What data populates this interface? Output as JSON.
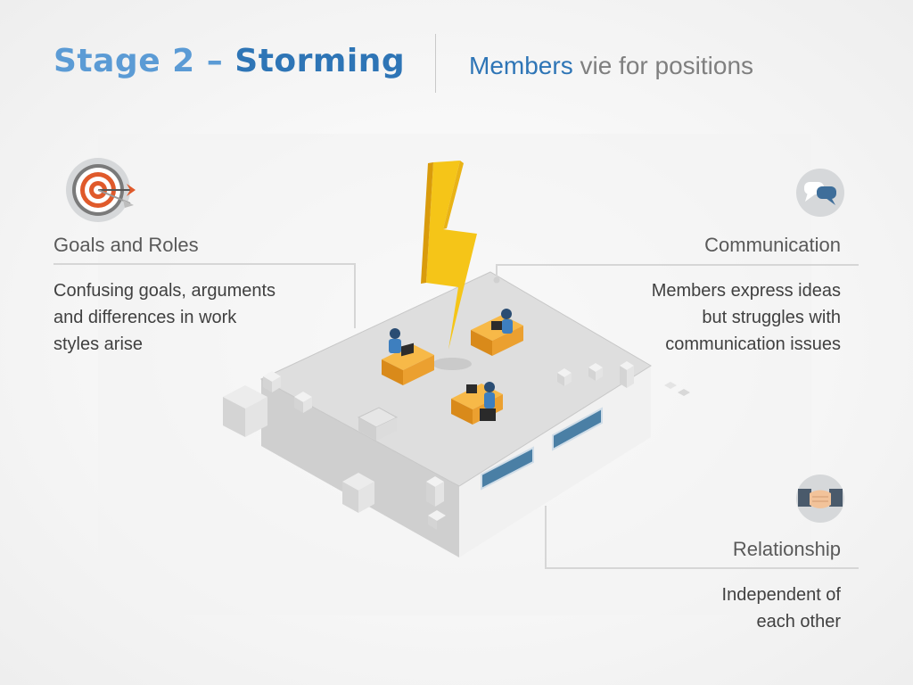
{
  "slide": {
    "title_part1": "Stage 2 –",
    "title_part2": "Storming",
    "subtitle_highlight": "Members",
    "subtitle_rest": " vie for positions"
  },
  "sections": {
    "goals": {
      "heading": "Goals and Roles",
      "lines": [
        "Confusing goals, arguments",
        "and differences in work",
        "styles arise"
      ],
      "icon": "target-icon"
    },
    "communication": {
      "heading": "Communication",
      "lines": [
        "Members express ideas",
        "but struggles with",
        "communication issues"
      ],
      "icon": "speech-bubbles-icon"
    },
    "relationship": {
      "heading": "Relationship",
      "lines": [
        "Independent of",
        "each other"
      ],
      "icon": "handshake-icon"
    }
  },
  "colors": {
    "title_light": "#5b9bd5",
    "title_dark": "#2e75b6",
    "lightning": "#f5c518",
    "desk": "#f0a830",
    "target_red": "#e05a2b"
  }
}
